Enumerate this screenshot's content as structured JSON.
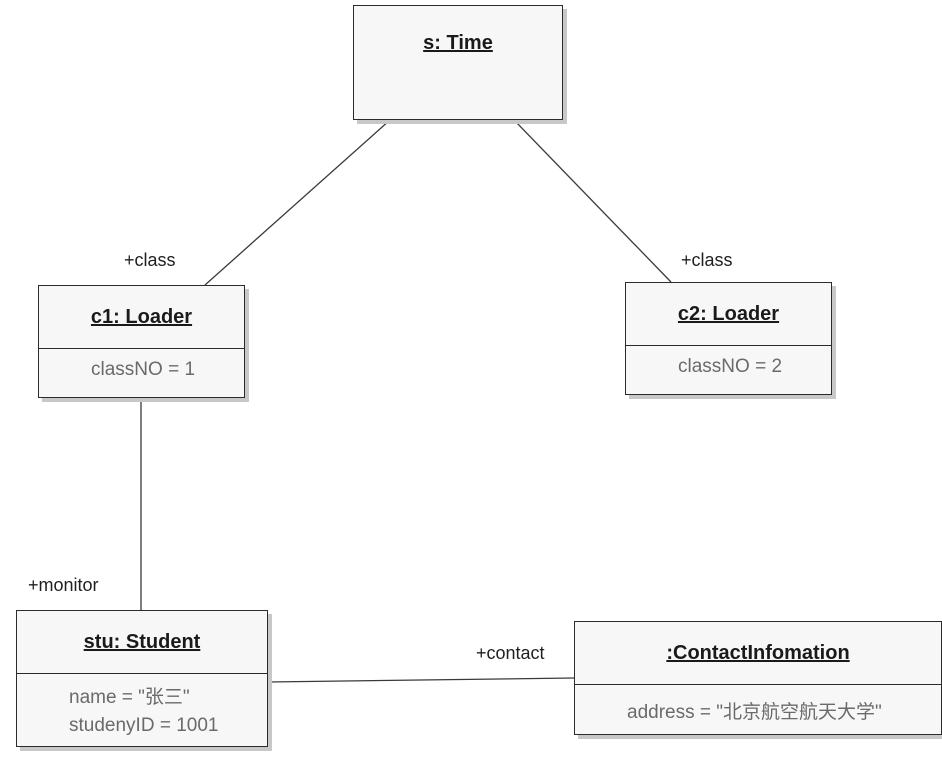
{
  "objects": {
    "time": {
      "title": "s: Time"
    },
    "c1": {
      "title": "c1: Loader",
      "attrs": [
        "classNO = 1"
      ]
    },
    "c2": {
      "title": "c2: Loader",
      "attrs": [
        "classNO = 2"
      ]
    },
    "student": {
      "title": "stu: Student",
      "attrs": [
        "name = \"张三\"",
        "studenyID = 1001"
      ]
    },
    "contact": {
      "title": ":ContactInfomation",
      "attrs": [
        "address = \"北京航空航天大学\""
      ]
    }
  },
  "roles": {
    "c1_class": "+class",
    "c2_class": "+class",
    "monitor": "+monitor",
    "contact": "+contact"
  },
  "colors": {
    "box_fill": "#f7f7f7",
    "border": "#2b2b2b",
    "shadow": "#c8c8c8",
    "attr_text": "#6a6a6a"
  }
}
